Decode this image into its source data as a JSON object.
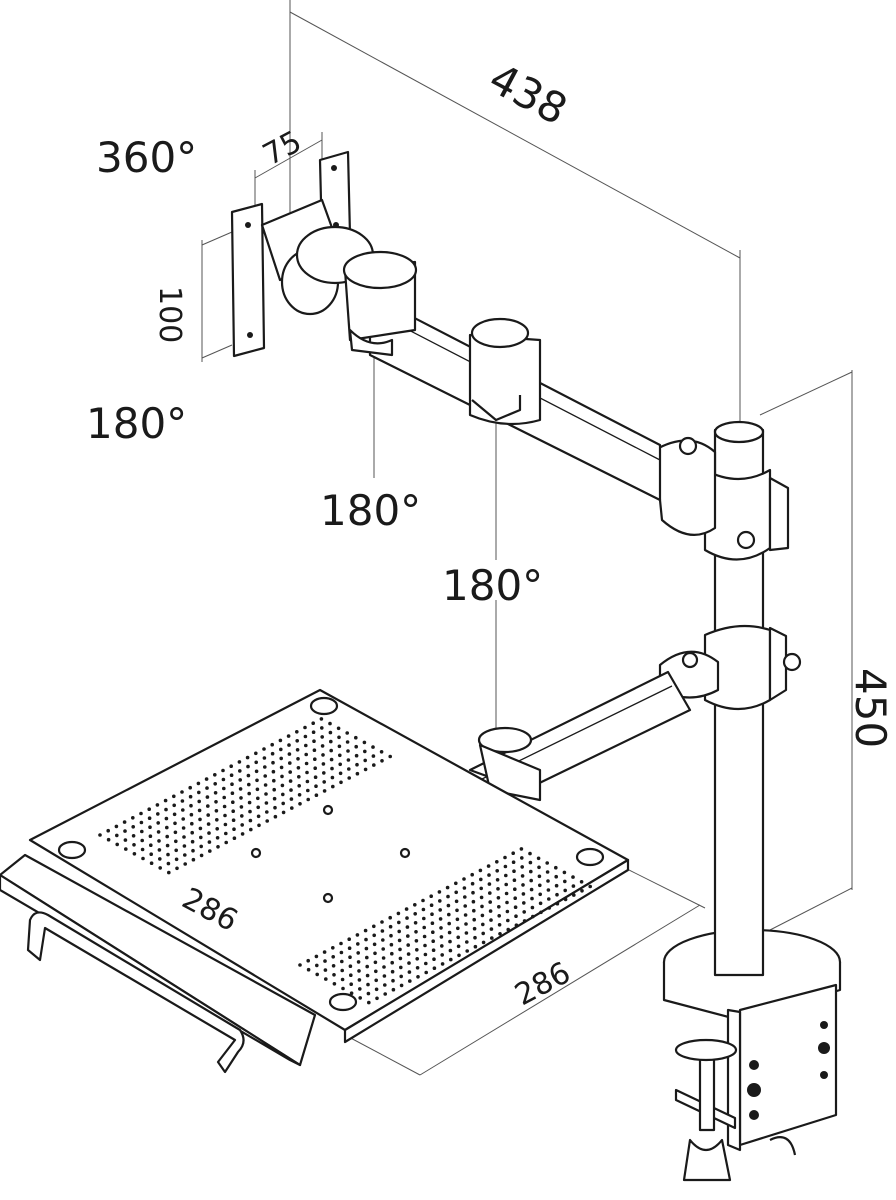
{
  "figure": {
    "subject": "monitor-and-laptop-tray-desk-mount",
    "line_color": "#1a1a1a",
    "background": "#ffffff"
  },
  "dimensions": {
    "arm_reach": "438",
    "vesa_width": "75",
    "vesa_height": "100",
    "pole_height": "450",
    "tray_width": "286",
    "tray_depth": "286"
  },
  "rotations": {
    "head_tilt": "360°",
    "head_swivel": "180°",
    "upper_joint": "180°",
    "lower_joint": "180°"
  }
}
